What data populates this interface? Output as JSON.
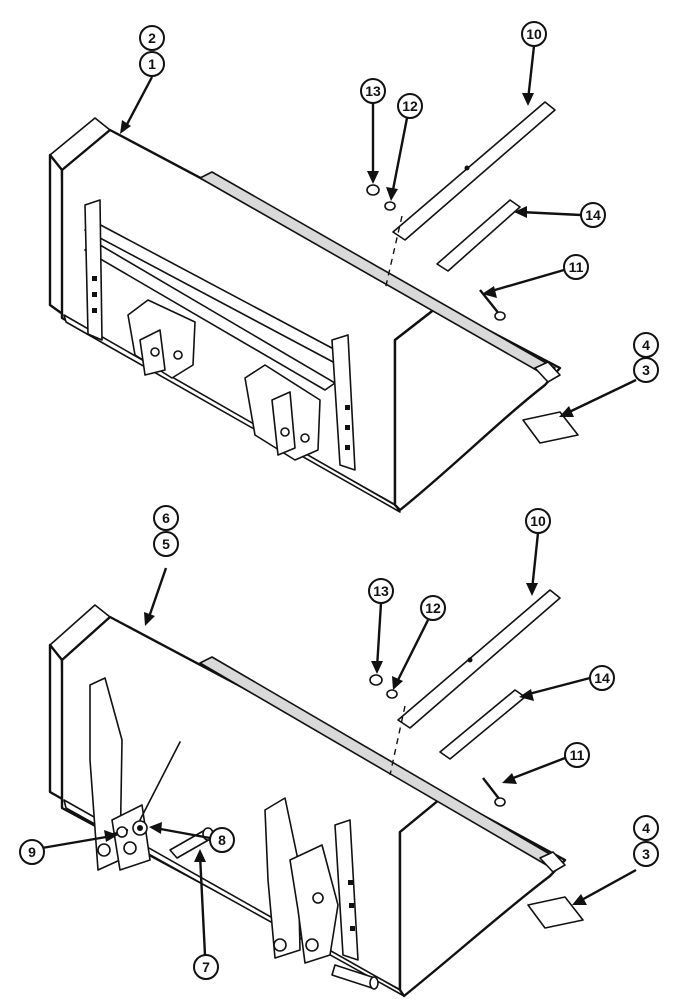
{
  "top_view": {
    "callouts": {
      "c1": "1",
      "c2": "2",
      "c3": "3",
      "c4": "4",
      "c10": "10",
      "c11": "11",
      "c12": "12",
      "c13": "13",
      "c14": "14"
    }
  },
  "bottom_view": {
    "callouts": {
      "c3": "3",
      "c4": "4",
      "c5": "5",
      "c6": "6",
      "c7": "7",
      "c8": "8",
      "c9": "9",
      "c10": "10",
      "c11": "11",
      "c12": "12",
      "c13": "13",
      "c14": "14"
    }
  },
  "colors": {
    "line": "#111111",
    "paper": "#ffffff",
    "shade": "#d9d9d9"
  }
}
